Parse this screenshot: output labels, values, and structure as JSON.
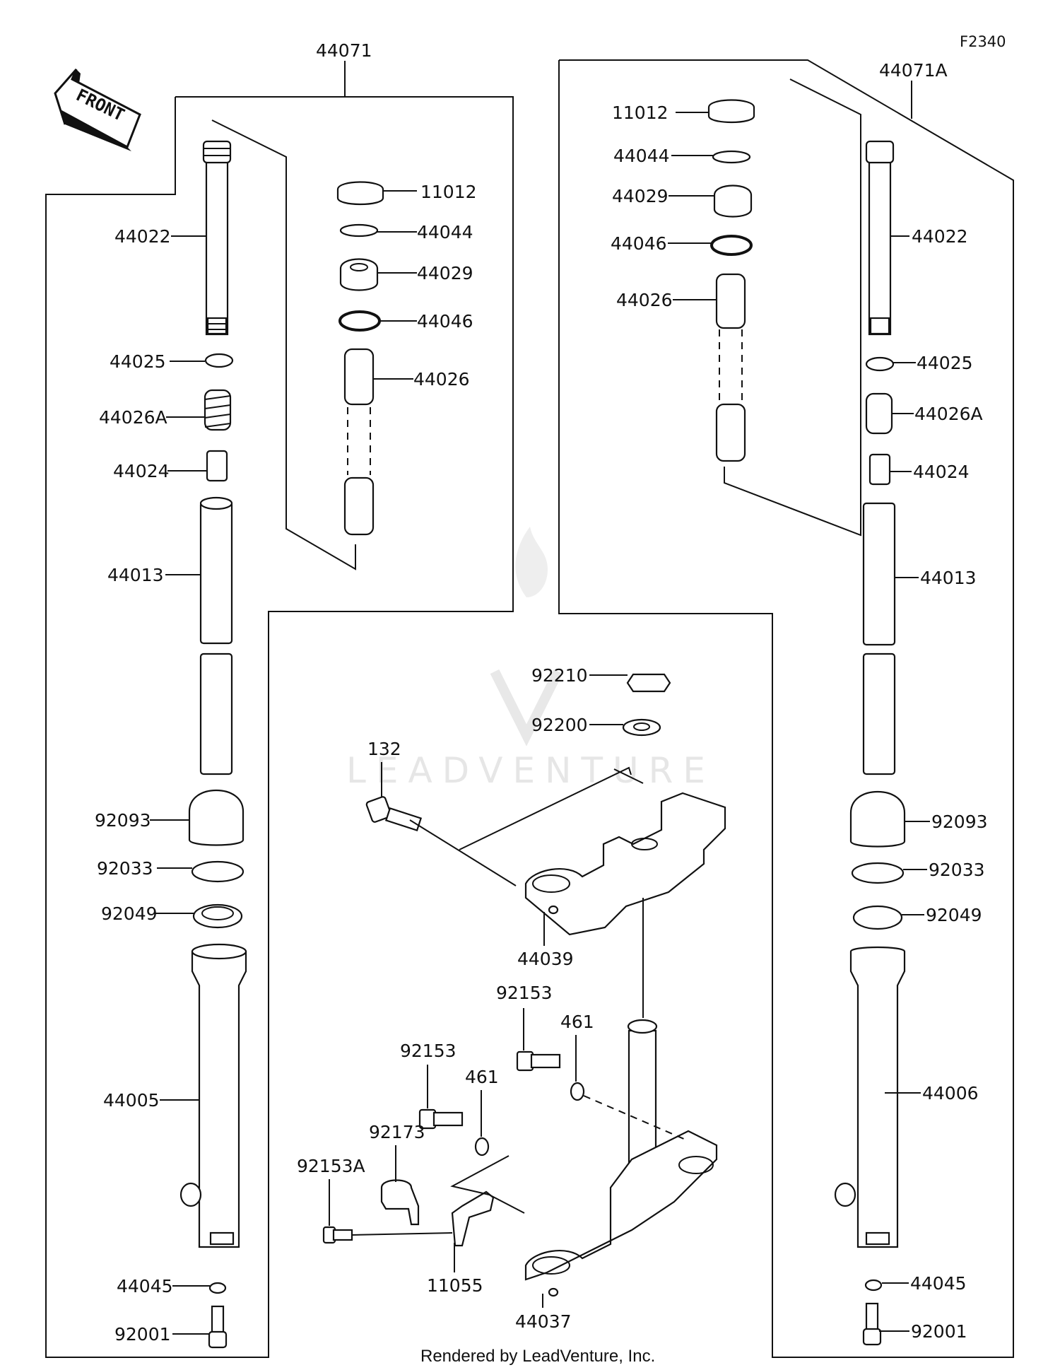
{
  "figure_code": "F2340",
  "front_label": "FRONT",
  "watermark": "LEADVENTURE",
  "footer": "Rendered by LeadVenture, Inc.",
  "groups": {
    "left_assembly": "44071",
    "right_assembly": "44071A"
  },
  "parts": {
    "left_inner": [
      "11012",
      "44044",
      "44029",
      "44046",
      "44026"
    ],
    "left_fork": [
      "44022",
      "44025",
      "44026A",
      "44024",
      "44013",
      "92093",
      "92033",
      "92049",
      "44005",
      "44045",
      "92001"
    ],
    "right_inner": [
      "11012",
      "44044",
      "44029",
      "44046",
      "44026"
    ],
    "right_fork": [
      "44022",
      "44025",
      "44026A",
      "44024",
      "44013",
      "92093",
      "92033",
      "92049",
      "44006",
      "44045",
      "92001"
    ],
    "upper_clamp": [
      "92210",
      "92200",
      "132",
      "44039"
    ],
    "lower_clamp": [
      "92153",
      "461",
      "92153",
      "461",
      "92173",
      "92153A",
      "11055",
      "44037"
    ]
  }
}
